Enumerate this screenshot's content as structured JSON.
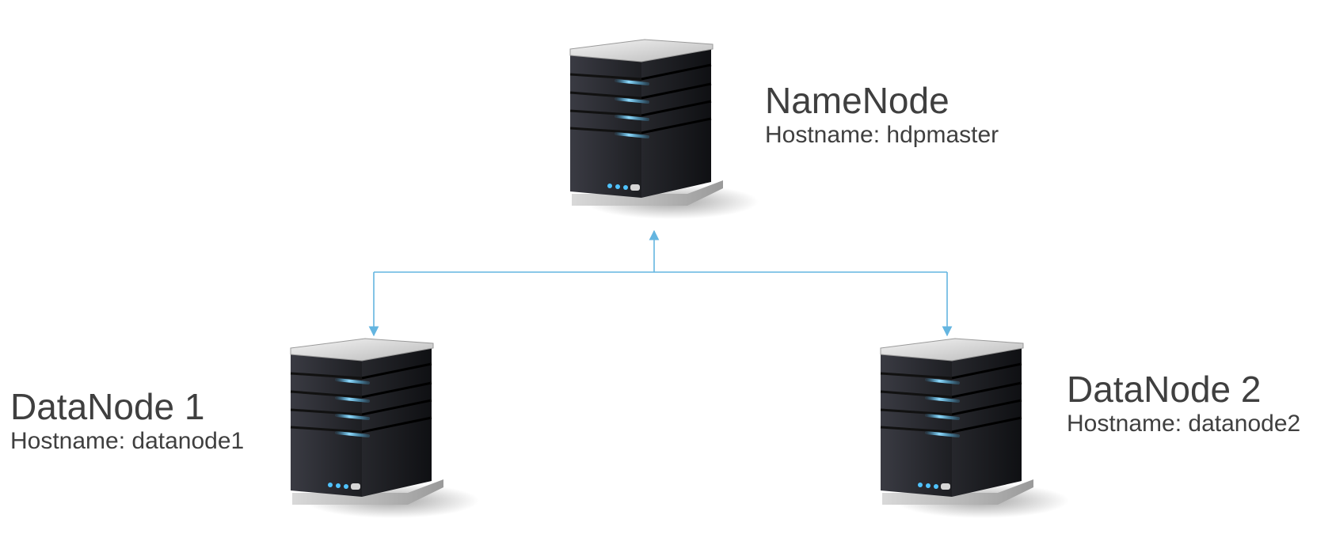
{
  "nodes": {
    "namenode": {
      "title": "NameNode",
      "hostname": "Hostname: hdpmaster",
      "icon": "server-icon"
    },
    "datanode1": {
      "title": "DataNode 1",
      "hostname": "Hostname: datanode1",
      "icon": "server-icon"
    },
    "datanode2": {
      "title": "DataNode 2",
      "hostname": "Hostname: datanode2",
      "icon": "server-icon"
    }
  },
  "connections": [
    {
      "from": "datanode1",
      "to": "namenode"
    },
    {
      "from": "namenode",
      "to": "datanode1"
    },
    {
      "from": "namenode",
      "to": "datanode2"
    }
  ],
  "colors": {
    "connector": "#64b5e0",
    "text": "#3f3f3f",
    "led": "#4fc3ff",
    "server_body": "#2b2c33"
  }
}
